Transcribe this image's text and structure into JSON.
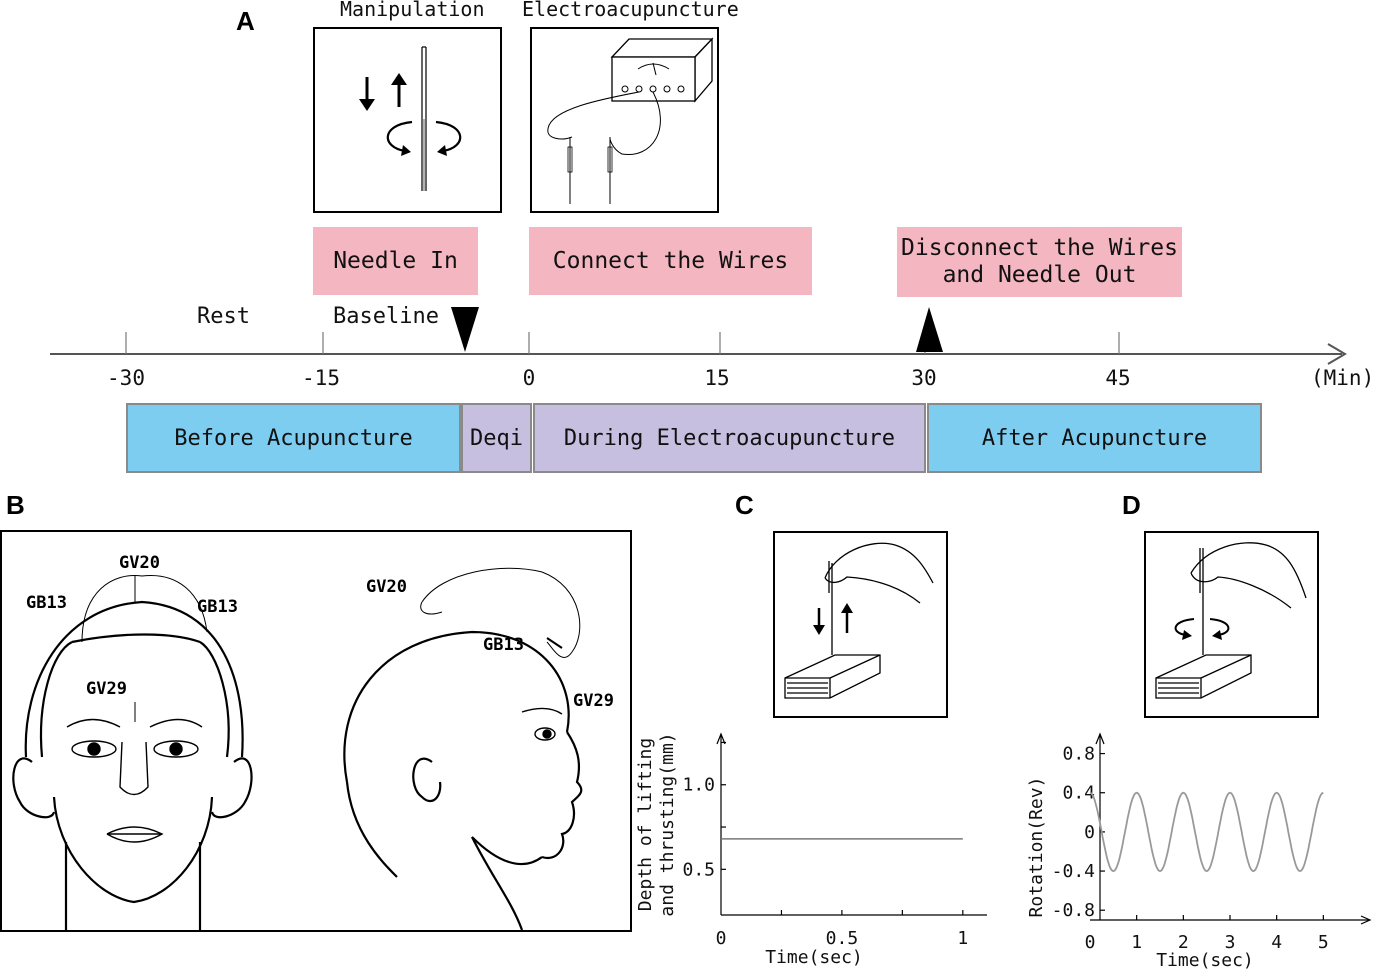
{
  "panels": {
    "a": "A",
    "b": "B",
    "c": "C",
    "d": "D"
  },
  "timeline": {
    "box_titles": {
      "manipulation": "Manipulation",
      "electro": "Electroacupuncture"
    },
    "events": {
      "needle_in": "Needle In",
      "connect": "Connect the Wires",
      "disconnect_1": "Disconnect the Wires",
      "disconnect_2": "and Needle Out"
    },
    "above_axis": {
      "rest": "Rest",
      "baseline": "Baseline"
    },
    "ticks": [
      "-30",
      "-15",
      "0",
      "15",
      "30",
      "45"
    ],
    "unit": "(Min)",
    "phases": {
      "before": "Before Acupuncture",
      "deqi": "Deqi",
      "during": "During Electroacupuncture",
      "after": "After Acupuncture"
    },
    "colors": {
      "event": "#f4b6c0",
      "phase_outer": "#7dcdf1",
      "phase_inner": "#c7bfdf"
    }
  },
  "points": {
    "front": {
      "gv20": "GV20",
      "gb13_left": "GB13",
      "gb13_right": "GB13",
      "gv29": "GV29"
    },
    "side": {
      "gv20": "GV20",
      "gb13": "GB13",
      "gv29": "GV29"
    }
  },
  "chart_data": [
    {
      "type": "line",
      "panel": "C",
      "xlabel": "Time(sec)",
      "ylabel": "Depth of lifting and thrusting(mm)",
      "ylabel_lines": [
        "Depth of lifting",
        "and thrusting(mm)"
      ],
      "x_ticks": [
        "0",
        "0.5",
        "1"
      ],
      "y_ticks": [
        "0.5",
        "1.0"
      ],
      "xlim": [
        0,
        1.1
      ],
      "ylim": [
        0.23,
        1.3
      ],
      "series": [
        {
          "x": [
            0,
            1.0
          ],
          "y": [
            0.68,
            0.68
          ]
        }
      ]
    },
    {
      "type": "line",
      "panel": "D",
      "xlabel": "Time(sec)",
      "ylabel": "Rotation(Rev)",
      "x_ticks": [
        "0",
        "1",
        "2",
        "3",
        "4",
        "5"
      ],
      "y_ticks": [
        "0.8",
        "0.4",
        "0",
        "-0.4",
        "-0.8"
      ],
      "xlim": [
        0,
        6
      ],
      "ylim": [
        -0.9,
        1.0
      ],
      "series": [
        {
          "amplitude": 0.4,
          "frequency_hz": 1.0,
          "x_range": [
            0,
            5
          ]
        }
      ]
    }
  ]
}
